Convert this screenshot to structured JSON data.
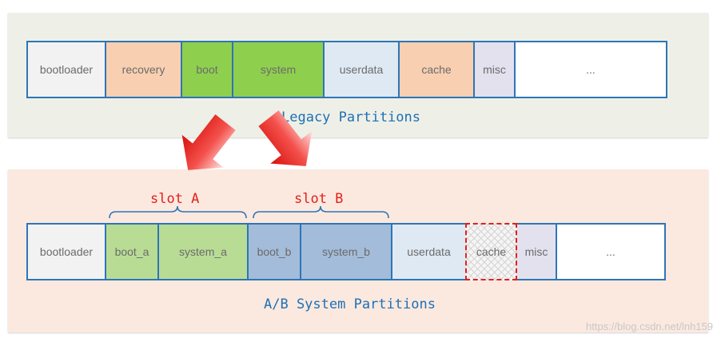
{
  "legacy": {
    "caption": "Legacy Partitions",
    "cells": [
      {
        "label": "bootloader",
        "bg": "#f2f2f2"
      },
      {
        "label": "recovery",
        "bg": "#f8cfb0"
      },
      {
        "label": "boot",
        "bg": "#8fcf4e"
      },
      {
        "label": "system",
        "bg": "#8fcf4e"
      },
      {
        "label": "userdata",
        "bg": "#dfe9f3"
      },
      {
        "label": "cache",
        "bg": "#f8cfb0"
      },
      {
        "label": "misc",
        "bg": "#e3e1ee"
      },
      {
        "label": "...",
        "bg": "#ffffff"
      }
    ]
  },
  "ab": {
    "caption": "A/B System Partitions",
    "slot_a": "slot A",
    "slot_b": "slot B",
    "cells": [
      {
        "label": "bootloader",
        "bg": "#f2f2f2"
      },
      {
        "label": "boot_a",
        "bg": "#b9dc95"
      },
      {
        "label": "system_a",
        "bg": "#b9dc95"
      },
      {
        "label": "boot_b",
        "bg": "#a3bcd9"
      },
      {
        "label": "system_b",
        "bg": "#a3bcd9"
      },
      {
        "label": "userdata",
        "bg": "#dfe9f3"
      },
      {
        "label": "cache",
        "bg": "hatched",
        "border": "#e3201b"
      },
      {
        "label": "misc",
        "bg": "#e3e1ee"
      },
      {
        "label": "...",
        "bg": "#ffffff"
      }
    ]
  },
  "colors": {
    "partition_border": "#2e75b6",
    "caption": "#1f6fb5",
    "slot_label": "#e3201b",
    "arrow": "#e8241f"
  },
  "watermark": "https://blog.csdn.net/lnh159"
}
